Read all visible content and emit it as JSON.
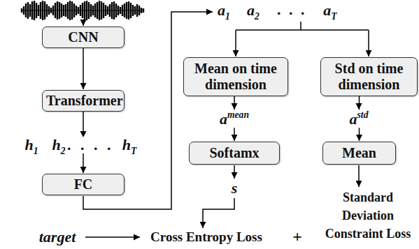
{
  "diagram": {
    "nodes": [
      {
        "text": [
          "CNN"
        ]
      },
      {
        "text": [
          "Transformer"
        ]
      },
      {
        "text": [
          "FC"
        ]
      },
      {
        "text": [
          "Mean on time dimension"
        ]
      },
      {
        "text": [
          "Softamx"
        ]
      },
      {
        "text": [
          "Std on time dimension"
        ]
      },
      {
        "text": [
          "Mean"
        ]
      }
    ],
    "edges": [
      {
        "from": 0,
        "to": 1,
        "arrow": "to"
      },
      {
        "from": 1,
        "to": 2,
        "arrow": "to"
      },
      {
        "from": 3,
        "to": 4,
        "arrow": "to"
      },
      {
        "from": 5,
        "to": 6,
        "arrow": "to"
      }
    ],
    "labels": [
      "a1",
      "a2",
      ". . .",
      "aT",
      "h1",
      "h2",
      ". . . .",
      "hT",
      "amean",
      "astd",
      "s",
      "Standard Deviation Constraint Loss",
      "target",
      "Cross Entropy Loss",
      "+"
    ]
  }
}
